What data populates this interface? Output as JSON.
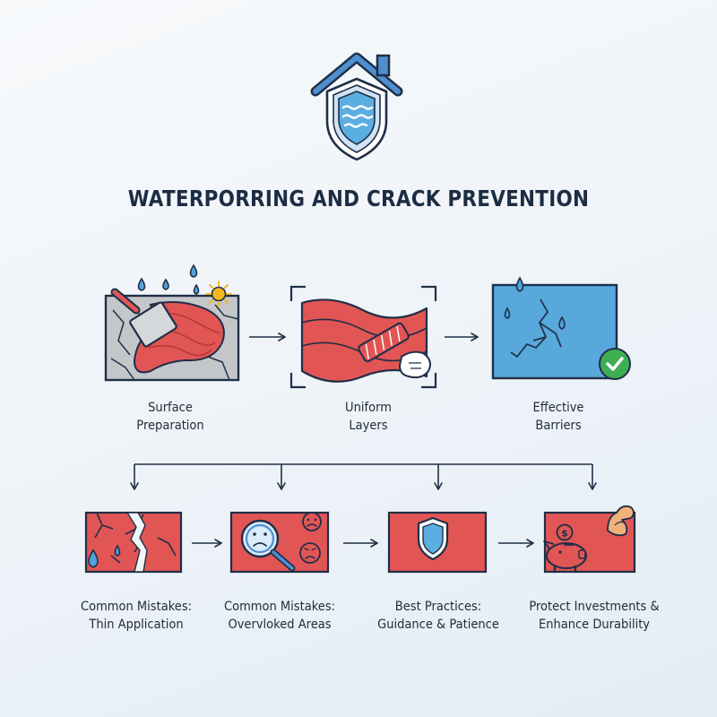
{
  "title": "WATERPORRING AND CRACK PREVENTION",
  "colors": {
    "accent_red": "#e25555",
    "outline": "#1f2f47",
    "water_blue": "#4fa3d9",
    "check_green": "#3fae52",
    "sun_yellow": "#f5b820",
    "stone_gray": "#c4c7ca"
  },
  "icons": {
    "header": "house-shield-water-icon",
    "step1": "cracked-surface-trowel-icon",
    "step2": "uniform-layer-roller-icon",
    "step3": "cracked-barrier-check-icon",
    "outcome1": "cracked-thin-coat-icon",
    "outcome2": "magnifier-sad-faces-icon",
    "outcome3": "shield-panel-icon",
    "outcome4": "piggy-bank-muscle-icon"
  },
  "steps": [
    {
      "line1": "Surface",
      "line2": "Preparation"
    },
    {
      "line1": "Uniform",
      "line2": "Layers"
    },
    {
      "line1": "Effective",
      "line2": "Barriers"
    }
  ],
  "outcomes": [
    {
      "line1": "Common Mistakes:",
      "line2": "Thin Application"
    },
    {
      "line1": "Common Mistakes:",
      "line2": "Overvloked Areas"
    },
    {
      "line1": "Best Practices:",
      "line2": "Guidance & Patience"
    },
    {
      "line1": "Protect Investments &",
      "line2": "Enhance Durability"
    }
  ]
}
